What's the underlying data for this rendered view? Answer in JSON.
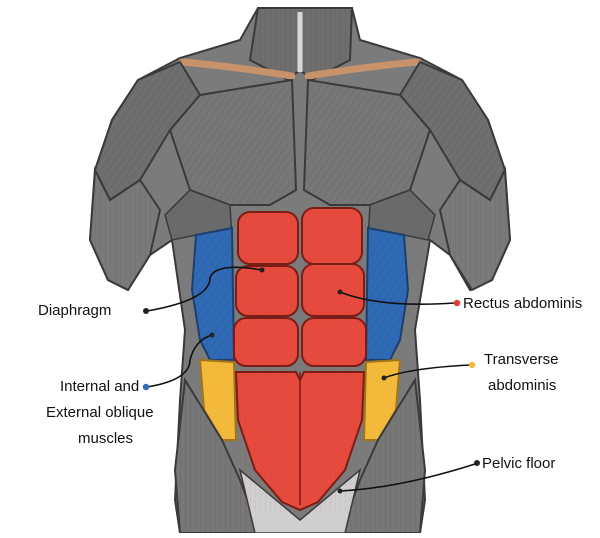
{
  "colors": {
    "background": "#ffffff",
    "muscle_gray": "#7b7b7b",
    "muscle_dark": "#4e4e4e",
    "muscle_line": "#3a3a3a",
    "rectus_red": "#e54a3d",
    "oblique_blue": "#2e6ab5",
    "transverse_yellow": "#f2b93a",
    "trapezius_tan": "#c8936b",
    "leader_line": "#111111"
  },
  "labels": {
    "diaphragm": "Diaphragm",
    "internal_external_line1": "Internal and",
    "internal_external_line2": "External oblique",
    "internal_external_line3": "muscles",
    "rectus_abdominis": "Rectus abdominis",
    "transverse_line1": "Transverse",
    "transverse_line2": "abdominis",
    "pelvic_floor": "Pelvic floor"
  },
  "marker_colors": {
    "diaphragm": "#222222",
    "internal_external": "#2e6ab5",
    "rectus_abdominis": "#e53935",
    "transverse": "#f2b93a",
    "pelvic_floor": "#222222"
  }
}
